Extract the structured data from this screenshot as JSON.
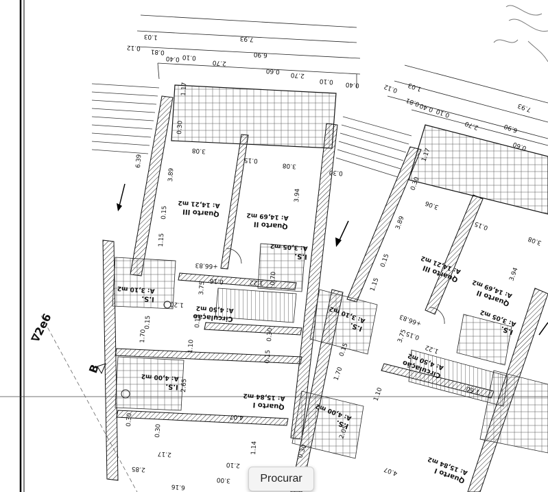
{
  "tooltip": {
    "label": "Procurar"
  },
  "section_label": "B",
  "axis_label": "∇2e6",
  "unit_a": {
    "rooms": [
      {
        "name": "Quarto III",
        "area": "A: 14,21 m2"
      },
      {
        "name": "Quarto II",
        "area": "A: 14,69 m2"
      },
      {
        "name": "Quarto I",
        "area": "A: 15,84 m2"
      },
      {
        "name": "Circulação",
        "area": "A: 4,50 m2"
      },
      {
        "name": "I.S.",
        "area": "A: 3,10 m2"
      },
      {
        "name": "I.S.",
        "area": "A: 3,05 m2"
      },
      {
        "name": "I.S.",
        "area": "A: 4,00 m2"
      }
    ],
    "dims": [
      "1.03",
      "0.12",
      "0.81",
      "0.40",
      "0.10",
      "2.70",
      "7.93",
      "6.90",
      "0.60",
      "2.70",
      "0.10",
      "0.40",
      "1.17",
      "0.30",
      "3.08",
      "0.15",
      "3.08",
      "0.30",
      "6.39",
      "3.89",
      "3.94",
      "0.15",
      "1.15",
      "+66.83",
      "0.16",
      "1.22",
      "0.70",
      "3.75",
      "0.15",
      "1.20",
      "1.70",
      "0.15",
      "1.10",
      "0.15",
      "0.30",
      "4.07",
      "2.65",
      "0.30",
      "2.17",
      "2.10",
      "1.14",
      "2.85",
      "3.00",
      "6.16",
      "0.30"
    ]
  },
  "unit_b": {
    "rooms": [
      {
        "name": "Quarto III",
        "area": "A: 14,21 m2"
      },
      {
        "name": "Quarto II",
        "area": "A: 14,69 m2"
      },
      {
        "name": "Quarto I",
        "area": "A: 15,84 m2"
      },
      {
        "name": "Circulação",
        "area": "A: 4,50 m2"
      },
      {
        "name": "I.S.",
        "area": "A: 3,10 m2"
      },
      {
        "name": "I.S.",
        "area": "A: 3,05 m2"
      },
      {
        "name": "I.S.",
        "area": "A: 4,00 m2"
      }
    ],
    "dims": [
      "0.12",
      "1.03",
      "0.81",
      "0.40",
      "0.10",
      "7.93",
      "2.70",
      "6.90",
      "0.60",
      "1.17",
      "0.30",
      "3.06",
      "0.15",
      "3.08",
      "3.89",
      "3.94",
      "0.15",
      "1.15",
      "+66.83",
      "0.15",
      "1.22",
      "3.75",
      "1.70",
      "0.15",
      "1.10",
      "1.60",
      "4.07",
      "0.30",
      "2.05"
    ]
  }
}
